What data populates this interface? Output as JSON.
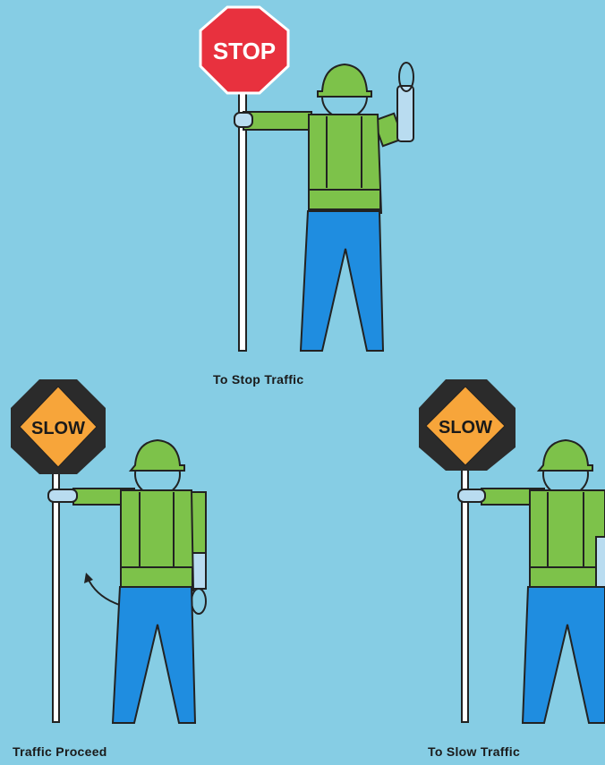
{
  "colors": {
    "background": "#86cde4",
    "stop_sign": "#e8313e",
    "slow_sign": "#f7a53a",
    "slow_border": "#2b2b2b",
    "vest": "#7dc24a",
    "pants": "#1f8de0",
    "skin_outline": "#1a1a1a"
  },
  "figures": [
    {
      "id": "stop",
      "sign_text": "STOP",
      "caption": "To Stop Traffic"
    },
    {
      "id": "proceed",
      "sign_text": "SLOW",
      "caption": "Traffic Proceed"
    },
    {
      "id": "slow",
      "sign_text": "SLOW",
      "caption": "To Slow Traffic"
    }
  ]
}
